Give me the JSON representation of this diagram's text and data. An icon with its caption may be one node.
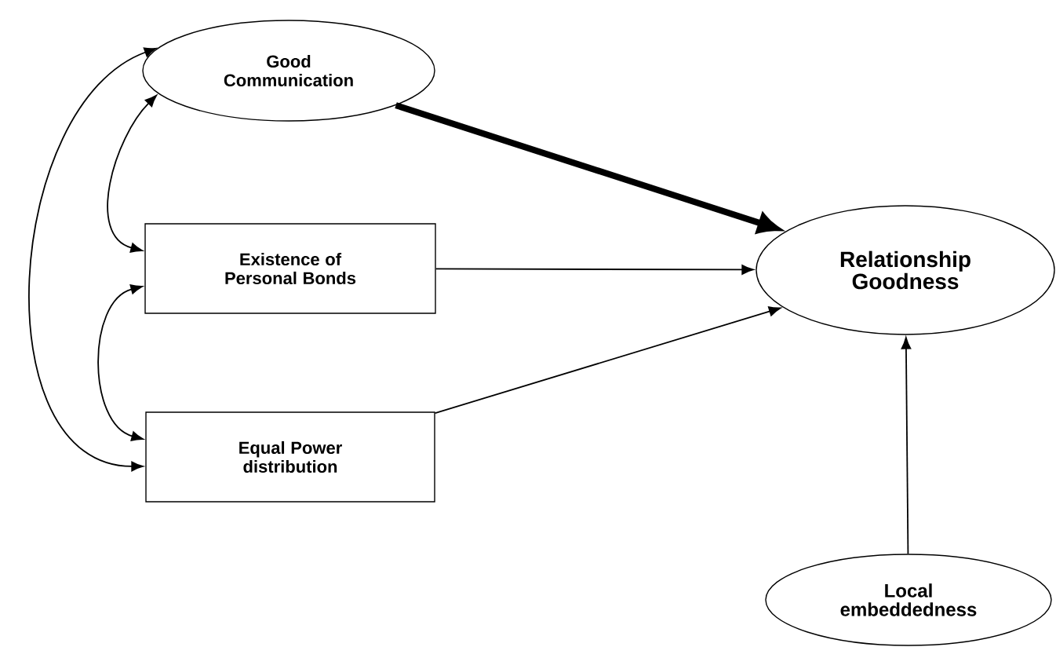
{
  "diagram": {
    "nodes": [
      {
        "text": [
          "Good Communication"
        ]
      },
      {
        "text": [
          "Existence of Personal Bonds"
        ]
      },
      {
        "text": [
          "Equal Power distribution"
        ]
      },
      {
        "text": [
          "Relationship Goodness"
        ]
      },
      {
        "text": [
          "Local embeddedness"
        ]
      }
    ],
    "edges": [
      {
        "from": 0,
        "to": 3,
        "arrow": "to",
        "style": "thick"
      },
      {
        "from": 1,
        "to": 3,
        "arrow": "to"
      },
      {
        "from": 2,
        "to": 3,
        "arrow": "to"
      },
      {
        "from": 4,
        "to": 3,
        "arrow": "to"
      },
      {
        "from": 0,
        "to": 1,
        "arrow": "both"
      },
      {
        "from": 1,
        "to": 2,
        "arrow": "both"
      },
      {
        "from": 0,
        "to": 2,
        "arrow": "both"
      }
    ]
  }
}
